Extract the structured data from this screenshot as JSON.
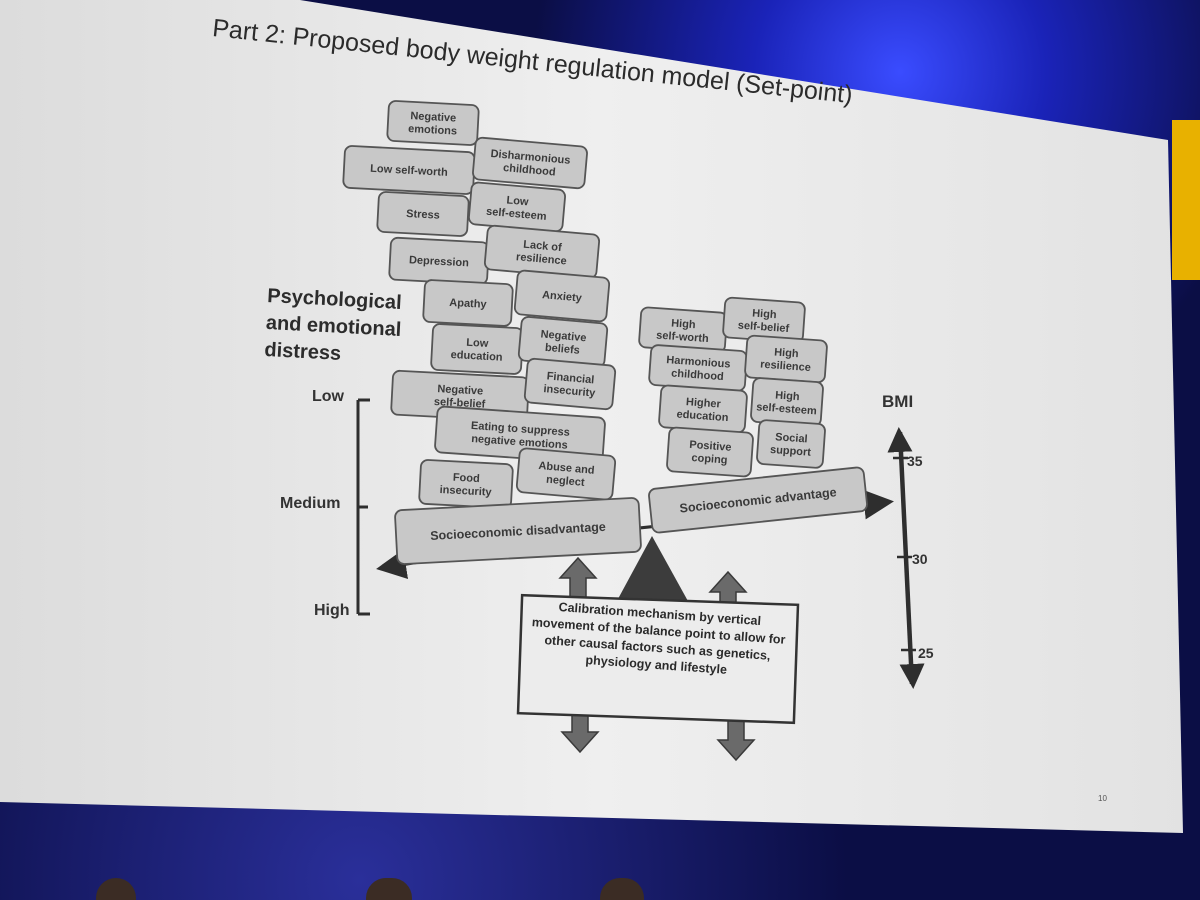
{
  "slide": {
    "title": "Part 2: Proposed body weight regulation model (Set-point)",
    "axis_title": "Psychological\nand emotional\ndistress",
    "levels": {
      "low": "Low",
      "medium": "Medium",
      "high": "High"
    },
    "bmi_label": "BMI",
    "bmi_ticks": [
      "35",
      "30",
      "25"
    ],
    "page_number": "10"
  },
  "left_blocks": [
    "Negative emotions",
    "Low self-worth",
    "Disharmonious childhood",
    "Stress",
    "Low self-esteem",
    "Depression",
    "Lack of resilience",
    "Apathy",
    "Anxiety",
    "Low education",
    "Negative beliefs",
    "Negative self-belief",
    "Financial insecurity",
    "Eating to suppress negative emotions",
    "Food insecurity",
    "Abuse and neglect",
    "Socioeconomic disadvantage"
  ],
  "right_blocks": [
    "High self-worth",
    "High self-belief",
    "Harmonious childhood",
    "High resilience",
    "Higher education",
    "High self-esteem",
    "Positive coping",
    "Social support",
    "Socioeconomic advantage"
  ],
  "calibration": {
    "text": "Calibration mechanism by vertical movement of the balance point to allow for other causal factors such as genetics, physiology and lifestyle"
  },
  "colors": {
    "block_fill": "#c8c8c8",
    "block_stroke": "#555555",
    "line": "#2e2e2e",
    "fulcrum": "#3c3c3c",
    "arrow_fill": "#6a6a6a"
  }
}
